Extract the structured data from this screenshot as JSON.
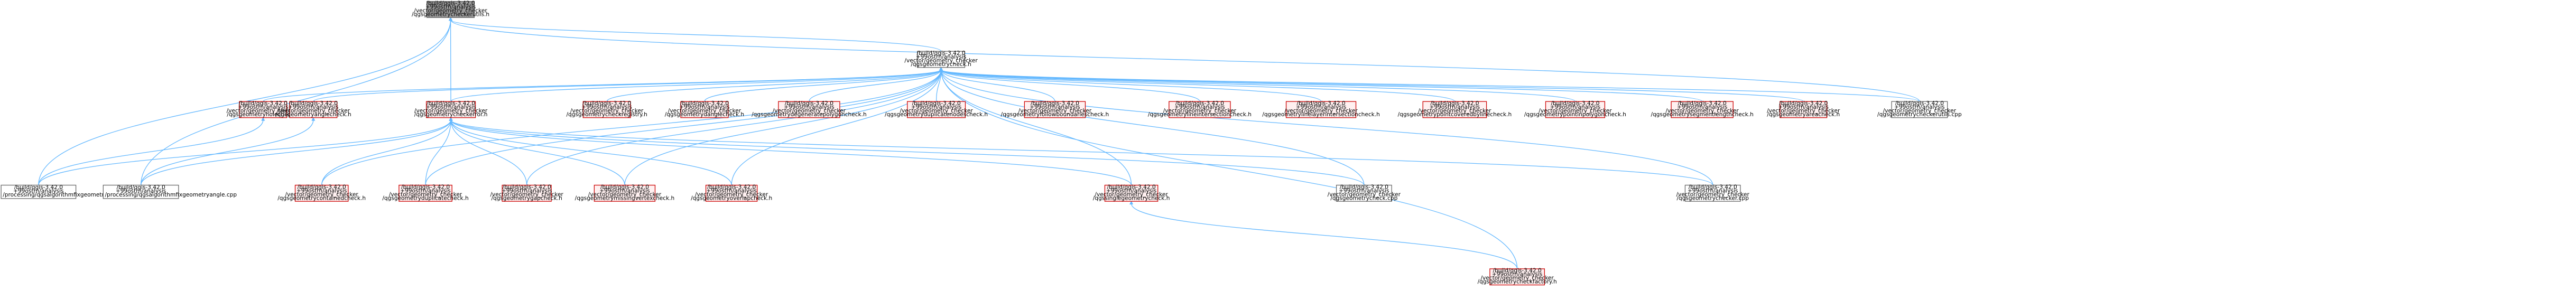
{
  "colors": {
    "edge": "#63b8ff",
    "focus_fill": "#999999",
    "focus_border": "#666666",
    "red_fill": "#fff0f0",
    "red_border": "#cc0000",
    "gray_fill": "#ffffff",
    "gray_border": "#666666"
  },
  "nodes": [
    {
      "id": "n0",
      "style": "focus",
      "lines": [
        "/build/qgis-3.42.0",
        "+99ostrn/analysis",
        "/vector/geometry_checker",
        "/qgsgeometrycheckerutils.h"
      ]
    },
    {
      "id": "n1",
      "style": "gray",
      "lines": [
        "/build/qgis-3.42.0",
        "+99ostrn/analysis",
        "/vector/geometry_checker",
        "/qgsgeometrycheck.h"
      ]
    },
    {
      "id": "n2",
      "style": "red",
      "lines": [
        "/build/qgis-3.42.0",
        "+99ostrn/analysis",
        "/vector/geometry_checker",
        "/qgsgeometryholecheck.h"
      ]
    },
    {
      "id": "n3",
      "style": "red",
      "lines": [
        "/build/qgis-3.42.0",
        "+99ostrn/analysis",
        "/vector/geometry_checker",
        "/qgsgeometryanglecheck.h"
      ]
    },
    {
      "id": "n4",
      "style": "red",
      "lines": [
        "/build/qgis-3.42.0",
        "+99ostrn/analysis",
        "/vector/geometry_checker",
        "/qgsgeometrycheckerror.h"
      ]
    },
    {
      "id": "n5",
      "style": "red",
      "lines": [
        "/build/qgis-3.42.0",
        "+99ostrn/analysis",
        "/vector/geometry_checker",
        "/qgsgeometrycheckregistry.h"
      ]
    },
    {
      "id": "n6",
      "style": "red",
      "lines": [
        "/build/qgis-3.42.0",
        "+99ostrn/analysis",
        "/vector/geometry_checker",
        "/qgsgeometrydanglecheck.h"
      ]
    },
    {
      "id": "n7",
      "style": "red",
      "lines": [
        "/build/qgis-3.42.0",
        "+99ostrn/analysis",
        "/vector/geometry_checker",
        "/qgsgeometrydegeneratepolygoncheck.h"
      ]
    },
    {
      "id": "n8",
      "style": "red",
      "lines": [
        "/build/qgis-3.42.0",
        "+99ostrn/analysis",
        "/vector/geometry_checker",
        "/qgsgeometryduplicatenodescheck.h"
      ]
    },
    {
      "id": "n9",
      "style": "red",
      "lines": [
        "/build/qgis-3.42.0",
        "+99ostrn/analysis",
        "/vector/geometry_checker",
        "/qgsgeometryfollowboundariescheck.h"
      ]
    },
    {
      "id": "n10",
      "style": "red",
      "lines": [
        "/build/qgis-3.42.0",
        "+99ostrn/analysis",
        "/vector/geometry_checker",
        "/qgsgeometrylineintersectioncheck.h"
      ]
    },
    {
      "id": "n11",
      "style": "red",
      "lines": [
        "/build/qgis-3.42.0",
        "+99ostrn/analysis",
        "/vector/geometry_checker",
        "/qgsgeometrylinelayerintersectioncheck.h"
      ]
    },
    {
      "id": "n12",
      "style": "red",
      "lines": [
        "/build/qgis-3.42.0",
        "+99ostrn/analysis",
        "/vector/geometry_checker",
        "/qgsgeometrypointcoveredbylinecheck.h"
      ]
    },
    {
      "id": "n13",
      "style": "red",
      "lines": [
        "/build/qgis-3.42.0",
        "+99ostrn/analysis",
        "/vector/geometry_checker",
        "/qgsgeometrypointinpolygoncheck.h"
      ]
    },
    {
      "id": "n14",
      "style": "red",
      "lines": [
        "/build/qgis-3.42.0",
        "+99ostrn/analysis",
        "/vector/geometry_checker",
        "/qgsgeometrysegmentlengthcheck.h"
      ]
    },
    {
      "id": "n15",
      "style": "red",
      "lines": [
        "/build/qgis-3.42.0",
        "+99ostrn/analysis",
        "/vector/geometry_checker",
        "/qgsgeometryareacheck.h"
      ]
    },
    {
      "id": "n16",
      "style": "gray",
      "lines": [
        "/build/qgis-3.42.0",
        "+99ostrn/analysis",
        "/vector/geometry_checker",
        "/qgsgeometrycheckerutils.cpp"
      ]
    },
    {
      "id": "n17",
      "style": "gray",
      "lines": [
        "/build/qgis-3.42.0",
        "+99ostrn/analysis",
        "/processing/qgsalgorithmfixgeometryhole.cpp"
      ]
    },
    {
      "id": "n18",
      "style": "gray",
      "lines": [
        "/build/qgis-3.42.0",
        "+99ostrn/analysis",
        "/processing/qgsalgorithmfixgeometryangle.cpp"
      ]
    },
    {
      "id": "n19",
      "style": "red",
      "lines": [
        "/build/qgis-3.42.0",
        "+99ostrn/analysis",
        "/vector/geometry_checker",
        "/qgsgeometrycontainedcheck.h"
      ]
    },
    {
      "id": "n20",
      "style": "red",
      "lines": [
        "/build/qgis-3.42.0",
        "+99ostrn/analysis",
        "/vector/geometry_checker",
        "/qgsgeometryduplicatecheck.h"
      ]
    },
    {
      "id": "n21",
      "style": "red",
      "lines": [
        "/build/qgis-3.42.0",
        "+99ostrn/analysis",
        "/vector/geometry_checker",
        "/qgsgeometrygapcheck.h"
      ]
    },
    {
      "id": "n22",
      "style": "red",
      "lines": [
        "/build/qgis-3.42.0",
        "+99ostrn/analysis",
        "/vector/geometry_checker",
        "/qgsgeometrymissingvertexcheck.h"
      ]
    },
    {
      "id": "n23",
      "style": "red",
      "lines": [
        "/build/qgis-3.42.0",
        "+99ostrn/analysis",
        "/vector/geometry_checker",
        "/qgsgeometryoverlapcheck.h"
      ]
    },
    {
      "id": "n24",
      "style": "red",
      "lines": [
        "/build/qgis-3.42.0",
        "+99ostrn/analysis",
        "/vector/geometry_checker",
        "/qgssinglegeometrycheck.h"
      ]
    },
    {
      "id": "n25",
      "style": "gray",
      "lines": [
        "/build/qgis-3.42.0",
        "+99ostrn/analysis",
        "/vector/geometry_checker",
        "/qgsgeometrycheck.cpp"
      ]
    },
    {
      "id": "n26",
      "style": "gray",
      "lines": [
        "/build/qgis-3.42.0",
        "+99ostrn/analysis",
        "/vector/geometry_checker",
        "/qgsgeometrychecker.cpp"
      ]
    },
    {
      "id": "n27",
      "style": "red",
      "lines": [
        "/build/qgis-3.42.0",
        "+99ostrn/analysis",
        "/vector/geometry_checker",
        "/qgsgeometrycheckfactory.h"
      ]
    }
  ],
  "edges": [
    [
      "n0",
      "n1"
    ],
    [
      "n0",
      "n4"
    ],
    [
      "n0",
      "n16"
    ],
    [
      "n0",
      "n17"
    ],
    [
      "n0",
      "n18"
    ],
    [
      "n1",
      "n2"
    ],
    [
      "n1",
      "n3"
    ],
    [
      "n1",
      "n4"
    ],
    [
      "n1",
      "n5"
    ],
    [
      "n1",
      "n6"
    ],
    [
      "n1",
      "n7"
    ],
    [
      "n1",
      "n8"
    ],
    [
      "n1",
      "n9"
    ],
    [
      "n1",
      "n10"
    ],
    [
      "n1",
      "n11"
    ],
    [
      "n1",
      "n12"
    ],
    [
      "n1",
      "n13"
    ],
    [
      "n1",
      "n14"
    ],
    [
      "n1",
      "n15"
    ],
    [
      "n1",
      "n16"
    ],
    [
      "n1",
      "n19"
    ],
    [
      "n1",
      "n20"
    ],
    [
      "n1",
      "n21"
    ],
    [
      "n1",
      "n22"
    ],
    [
      "n1",
      "n23"
    ],
    [
      "n1",
      "n24"
    ],
    [
      "n1",
      "n25"
    ],
    [
      "n1",
      "n26"
    ],
    [
      "n1",
      "n27"
    ],
    [
      "n2",
      "n17"
    ],
    [
      "n3",
      "n18"
    ],
    [
      "n4",
      "n17"
    ],
    [
      "n4",
      "n18"
    ],
    [
      "n4",
      "n19"
    ],
    [
      "n4",
      "n20"
    ],
    [
      "n4",
      "n21"
    ],
    [
      "n4",
      "n22"
    ],
    [
      "n4",
      "n23"
    ],
    [
      "n4",
      "n24"
    ],
    [
      "n4",
      "n25"
    ],
    [
      "n4",
      "n26"
    ],
    [
      "n24",
      "n27"
    ]
  ]
}
